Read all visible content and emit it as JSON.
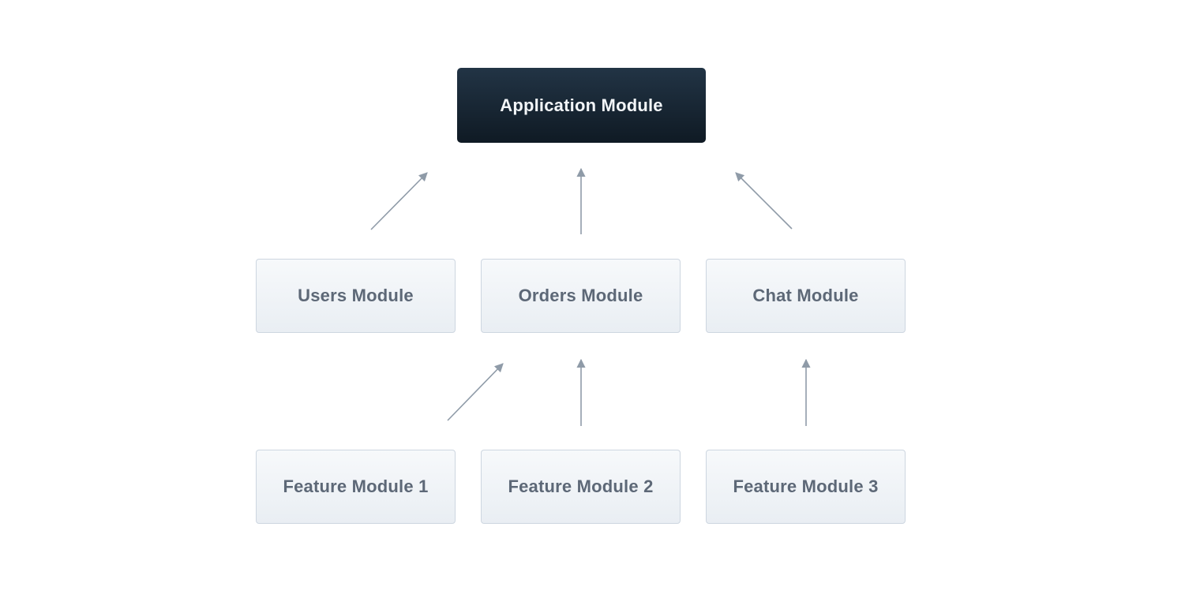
{
  "diagram": {
    "root": {
      "label": "Application Module"
    },
    "modules": [
      {
        "label": "Users Module"
      },
      {
        "label": "Orders Module"
      },
      {
        "label": "Chat Module"
      }
    ],
    "features": [
      {
        "label": "Feature Module 1"
      },
      {
        "label": "Feature Module 2"
      },
      {
        "label": "Feature Module 3"
      }
    ],
    "edges": [
      {
        "from": "Users Module",
        "to": "Application Module"
      },
      {
        "from": "Orders Module",
        "to": "Application Module"
      },
      {
        "from": "Chat Module",
        "to": "Application Module"
      },
      {
        "from": "Feature Module 1",
        "to": "Orders Module"
      },
      {
        "from": "Feature Module 2",
        "to": "Orders Module"
      },
      {
        "from": "Feature Module 3",
        "to": "Chat Module"
      }
    ],
    "colors": {
      "root_fill": "#17242f",
      "root_text": "#f2f5f8",
      "module_fill": "#eef2f6",
      "module_border": "#cdd6e0",
      "module_text": "#5d6877",
      "edge": "#8f9ba8"
    }
  }
}
